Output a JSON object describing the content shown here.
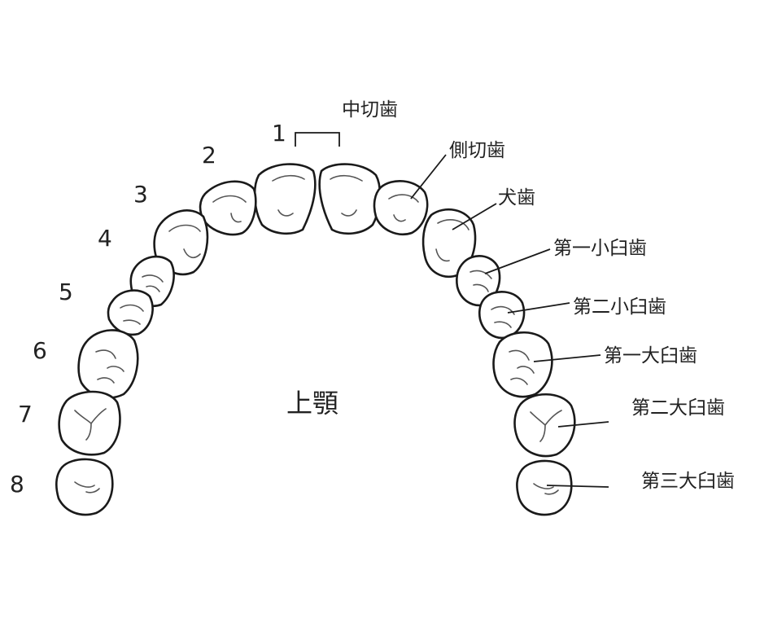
{
  "diagram": {
    "center_label": "上顎",
    "tooth_numbers": [
      "1",
      "2",
      "3",
      "4",
      "5",
      "6",
      "7",
      "8"
    ],
    "tooth_labels": [
      "中切歯",
      "側切歯",
      "犬歯",
      "第一小臼歯",
      "第二小臼歯",
      "第一大臼歯",
      "第二大臼歯",
      "第三大臼歯"
    ]
  },
  "colors": {
    "outline": "#1a1a1a",
    "text": "#222222",
    "background": "#ffffff"
  }
}
